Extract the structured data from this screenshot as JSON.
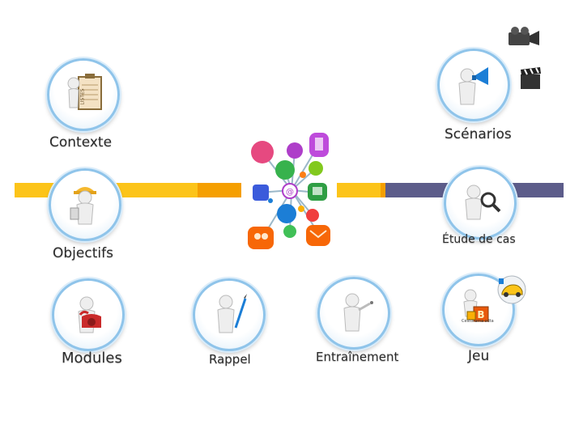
{
  "nodes": {
    "contexte": {
      "label": "Contexte",
      "clipboard_text": "LISTES"
    },
    "objectifs": {
      "label": "Objectifs"
    },
    "modules": {
      "label": "Modules"
    },
    "rappel": {
      "label": "Rappel"
    },
    "entrainement": {
      "label": "Entraînement"
    },
    "scenarios": {
      "label": "Scénarios"
    },
    "etude_de_cas": {
      "label": "Étude de cas"
    },
    "jeu": {
      "label": "Jeu",
      "caption": "Cestorama sdta"
    }
  },
  "icons": {
    "hub": "communication-network-icon",
    "video_camera": "video-camera-icon",
    "clapperboard": "clapperboard-icon"
  },
  "colors": {
    "band_yellow": "#fcc419",
    "band_orange": "#f59f00",
    "band_slate": "#5c5c8a",
    "circle_border": "#8fc4ea"
  }
}
